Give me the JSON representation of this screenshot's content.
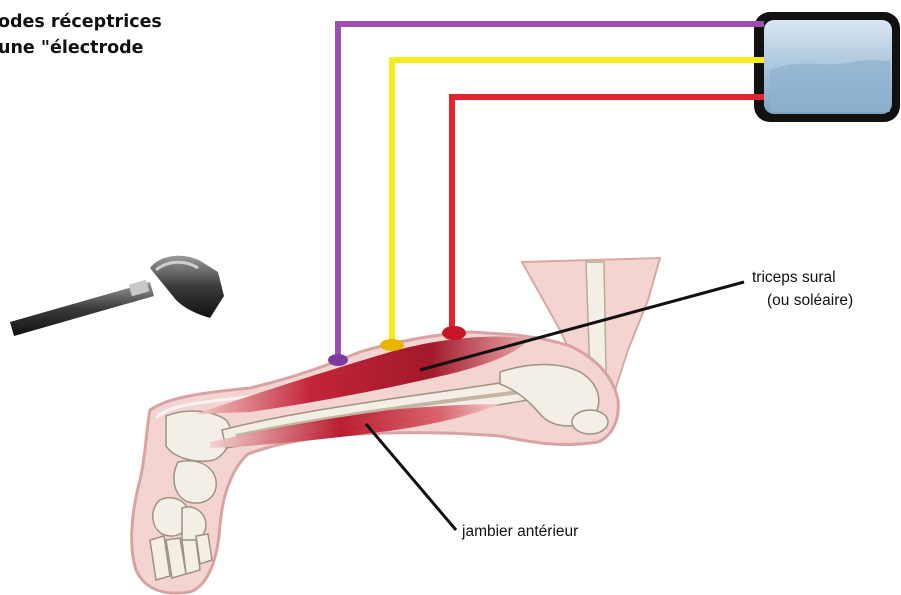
{
  "heading": {
    "line1": "odes réceptrices",
    "line2": "une \"électrode"
  },
  "labels": {
    "triceps_line1": "triceps sural",
    "triceps_line2": "(ou soléaire)",
    "jambier": "jambier antérieur"
  },
  "wires": [
    {
      "color_name": "purple",
      "color": "#9b4fb0"
    },
    {
      "color_name": "yellow",
      "color": "#f5ec1c"
    },
    {
      "color_name": "red",
      "color": "#e0242e"
    }
  ],
  "colors": {
    "muscle": "#b8142a",
    "skin": "#f3d4d0",
    "bone": "#f4efe6",
    "screen": "#a9c6dd"
  }
}
